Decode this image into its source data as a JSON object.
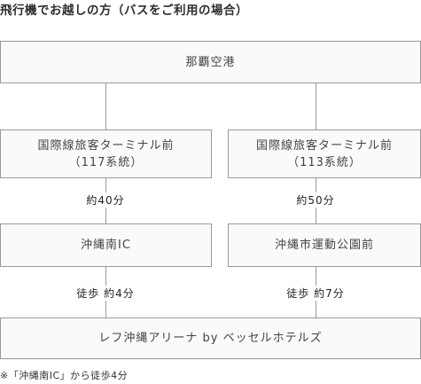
{
  "title": "飛行機でお越しの方（バスをご利用の場合）",
  "start": "那覇空港",
  "routes": [
    {
      "stop_line1": "国際線旅客ターミナル前",
      "stop_line2": "（117系統）",
      "bus_time": "約40分",
      "get_off": "沖縄南IC",
      "walk_time": "徒歩 約4分"
    },
    {
      "stop_line1": "国際線旅客ターミナル前",
      "stop_line2": "（113系統）",
      "bus_time": "約50分",
      "get_off": "沖縄市運動公園前",
      "walk_time": "徒歩 約7分"
    }
  ],
  "destination": "レフ沖縄アリーナ by ベッセルホテルズ",
  "note": "※「沖縄南IC」から徒歩4分"
}
